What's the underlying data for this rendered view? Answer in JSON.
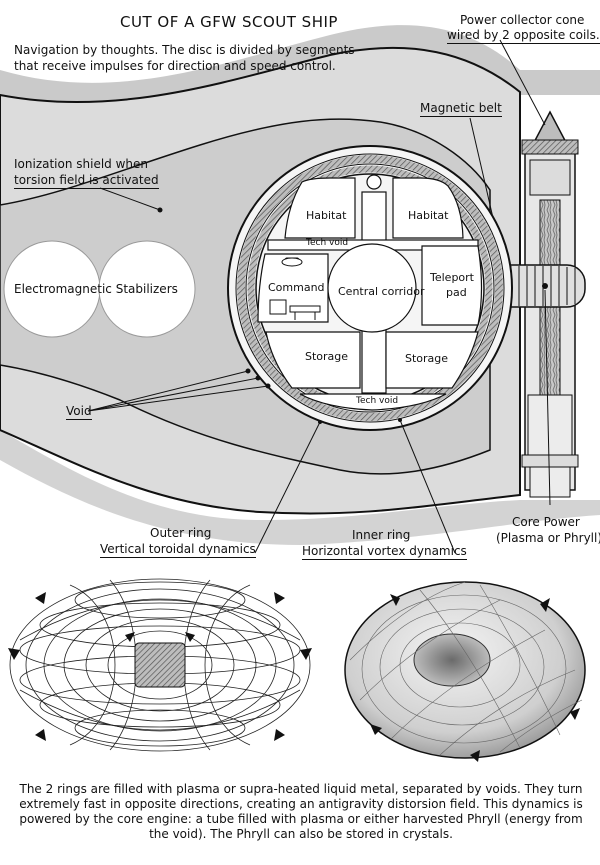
{
  "title": "CUT OF A GFW SCOUT SHIP",
  "intro": {
    "line1": "Navigation by thoughts. The disc is divided by segments",
    "line2": "that receive impulses for direction and speed control."
  },
  "labels": {
    "power_cone_1": "Power collector cone",
    "power_cone_2": "wired by 2 opposite coils.",
    "magnetic_belt": "Magnetic belt",
    "ionization_1": "Ionization shield when",
    "ionization_2": "torsion field is activated",
    "stabilizers": "Electromagnetic Stabilizers",
    "void": "Void",
    "outer_ring_1": "Outer ring",
    "outer_ring_2": "Vertical toroidal dynamics",
    "inner_ring_1": "Inner ring",
    "inner_ring_2": "Horizontal vortex dynamics",
    "core_power_1": "Core Power",
    "core_power_2": "(Plasma or Phryll)"
  },
  "rooms": {
    "habitat_left": "Habitat",
    "habitat_right": "Habitat",
    "tech_void_top": "Tech void",
    "command": "Command",
    "central_corridor": "Central corridor",
    "teleport_1": "Teleport",
    "teleport_2": "pad",
    "storage_left": "Storage",
    "storage_right": "Storage",
    "tech_void_bottom": "Tech void"
  },
  "caption": "The 2 rings are filled with plasma or supra-heated liquid metal, separated by voids. They turn extremely fast in opposite directions, creating an antigravity distorsion field.  This dynamics is powered by the core engine: a tube filled with plasma or either harvested Phryll (energy from the void). The Phryll can also be stored in crystals.",
  "colors": {
    "hull": "#cfcfcf",
    "shadow": "#b5b5b5",
    "line": "#111111",
    "room_fill": "#ffffff",
    "ring_fill": "#9a9a9a"
  }
}
